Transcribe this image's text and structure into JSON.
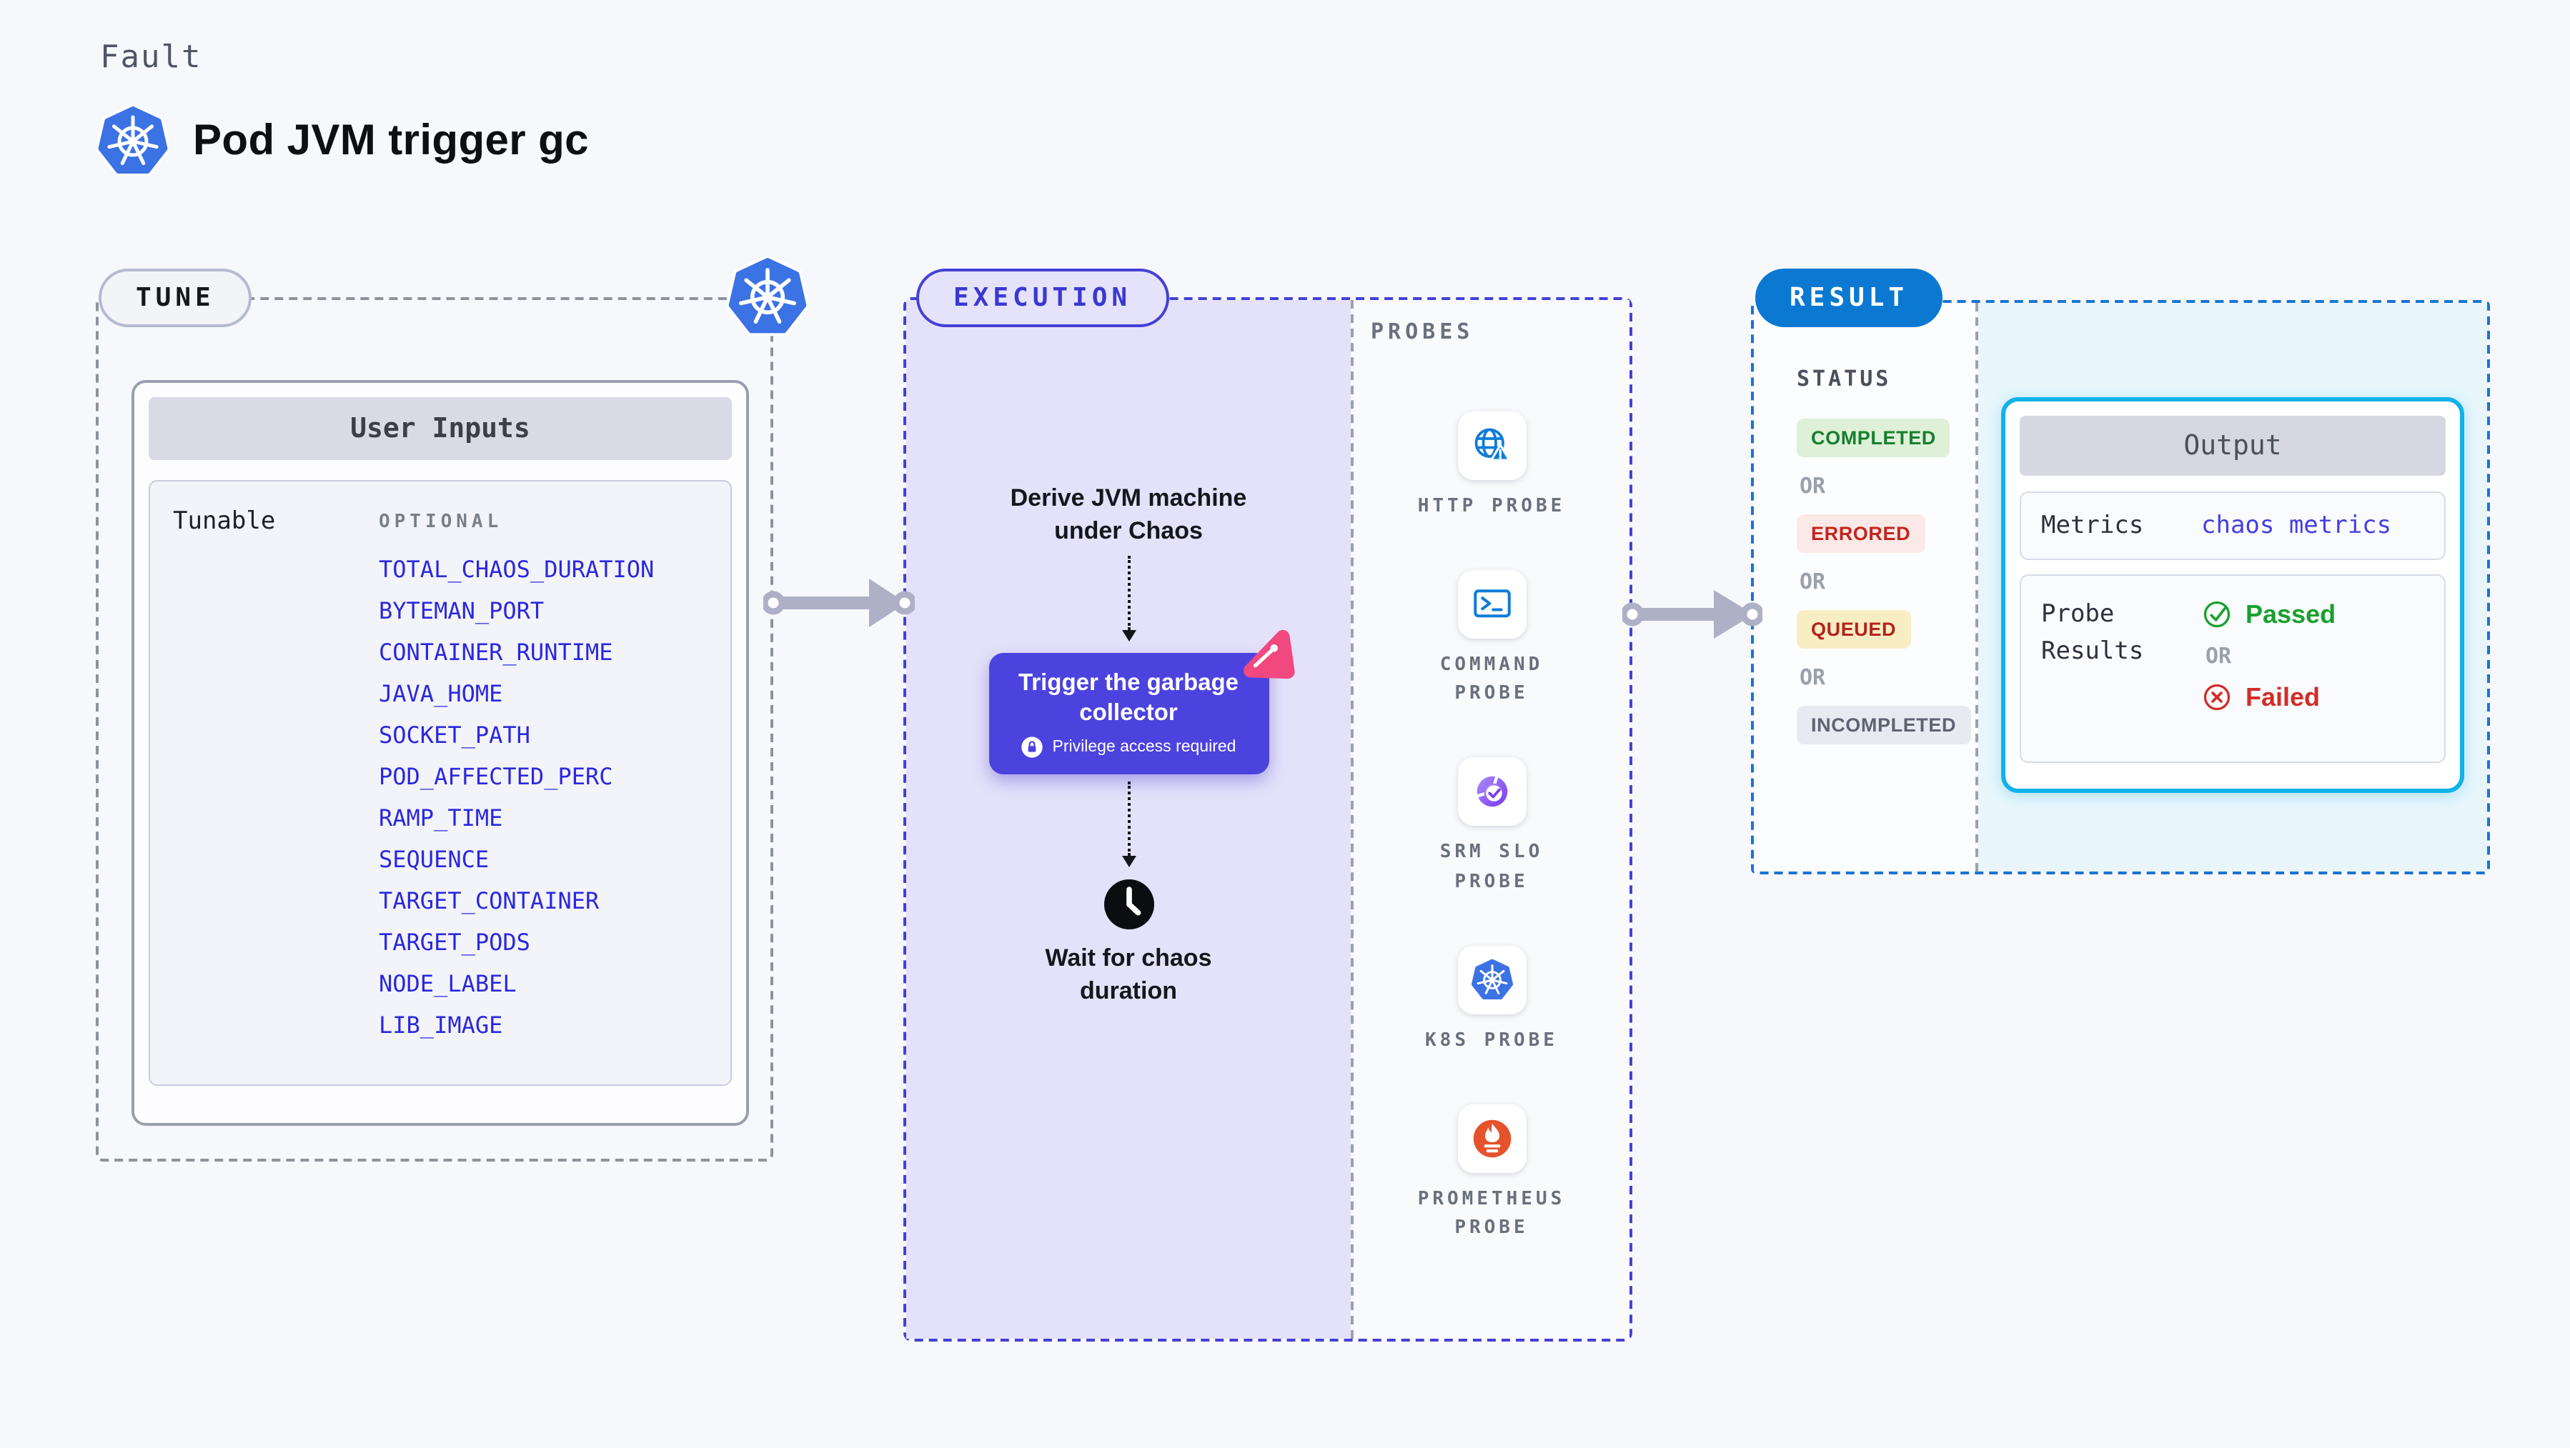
{
  "header": {
    "kicker": "Fault",
    "title": "Pod JVM trigger gc",
    "icon": "kubernetes-icon"
  },
  "tune": {
    "badge": "TUNE",
    "corner_icon": "kubernetes-icon",
    "panel_title": "User Inputs",
    "row_label": "Tunable",
    "column_label": "OPTIONAL",
    "params": [
      "TOTAL_CHAOS_DURATION",
      "BYTEMAN_PORT",
      "CONTAINER_RUNTIME",
      "JAVA_HOME",
      "SOCKET_PATH",
      "POD_AFFECTED_PERC",
      "RAMP_TIME",
      "SEQUENCE",
      "TARGET_CONTAINER",
      "TARGET_PODS",
      "NODE_LABEL",
      "LIB_IMAGE"
    ]
  },
  "execution": {
    "badge": "EXECUTION",
    "step1": "Derive JVM machine under Chaos",
    "action": {
      "title": "Trigger the garbage collector",
      "note": "Privilege access required",
      "note_icon": "lock-icon",
      "corner_icon": "chaos-cursor-icon"
    },
    "step2_icon": "clock-icon",
    "step2": "Wait for chaos duration",
    "probes": {
      "label": "PROBES",
      "items": [
        {
          "label": "HTTP PROBE",
          "icon": "globe-alert-icon"
        },
        {
          "label": "COMMAND PROBE",
          "icon": "terminal-icon"
        },
        {
          "label": "SRM SLO PROBE",
          "icon": "donut-check-icon"
        },
        {
          "label": "K8S PROBE",
          "icon": "kubernetes-icon"
        },
        {
          "label": "PROMETHEUS PROBE",
          "icon": "prometheus-flame-icon"
        }
      ]
    }
  },
  "result": {
    "badge": "RESULT",
    "status": {
      "label": "STATUS",
      "separator": "OR",
      "states": [
        {
          "label": "COMPLETED",
          "bg": "#def0d8",
          "color": "#177f2f"
        },
        {
          "label": "ERRORED",
          "bg": "#fbe9e7",
          "color": "#c3251f"
        },
        {
          "label": "QUEUED",
          "bg": "#f9eec3",
          "color": "#b5231d"
        },
        {
          "label": "INCOMPLETED",
          "bg": "#e8eaf1",
          "color": "#5d6372"
        }
      ]
    },
    "output": {
      "title": "Output",
      "metrics_label": "Metrics",
      "metrics_value": "chaos metrics",
      "probe_results_label": "Probe Results",
      "passed": "Passed",
      "passed_icon": "check-circle-icon",
      "or": "OR",
      "failed": "Failed",
      "failed_icon": "x-circle-icon"
    }
  },
  "colors": {
    "page_bg": "#f7f8fb",
    "execution_accent": "#4540d6",
    "execution_fill": "#e4e2fa",
    "result_accent": "#1a74d2",
    "result_fill": "#e8f6fc",
    "result_badge_bg": "#0b79d1",
    "output_border": "#12b2e8",
    "param_text": "#2b28dd",
    "action_button_bg": "#4c43df",
    "cursor_pink": "#f0487f",
    "passed_green": "#18a12e",
    "failed_red": "#d22d27",
    "connector_gray": "#aeb0c6"
  }
}
